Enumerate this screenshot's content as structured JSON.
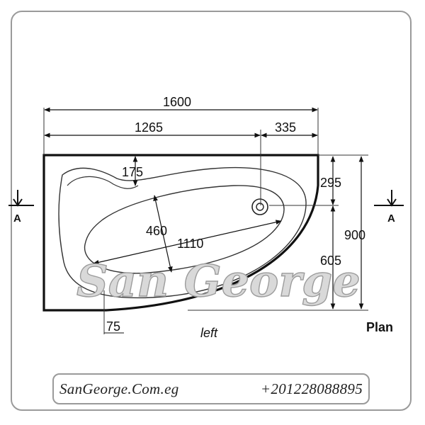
{
  "drawing": {
    "dimensions": {
      "overall_length": "1600",
      "main_length": "1265",
      "end_length": "335",
      "seat_width": "175",
      "upper_width": "295",
      "overall_width": "900",
      "lower_width": "605",
      "basin_width": "460",
      "basin_length": "1110",
      "rim": "75"
    },
    "section_marks": {
      "left": "A",
      "right": "A"
    },
    "view_label": "Plan",
    "variant_label": "left"
  },
  "watermark": {
    "text": "San George"
  },
  "contact": {
    "website": "SanGeorge.Com.eg",
    "phone": "+201228088895"
  },
  "colors": {
    "line": "#111111",
    "frame": "#9a9a9a",
    "watermark_fill": "#d9d9d9"
  }
}
